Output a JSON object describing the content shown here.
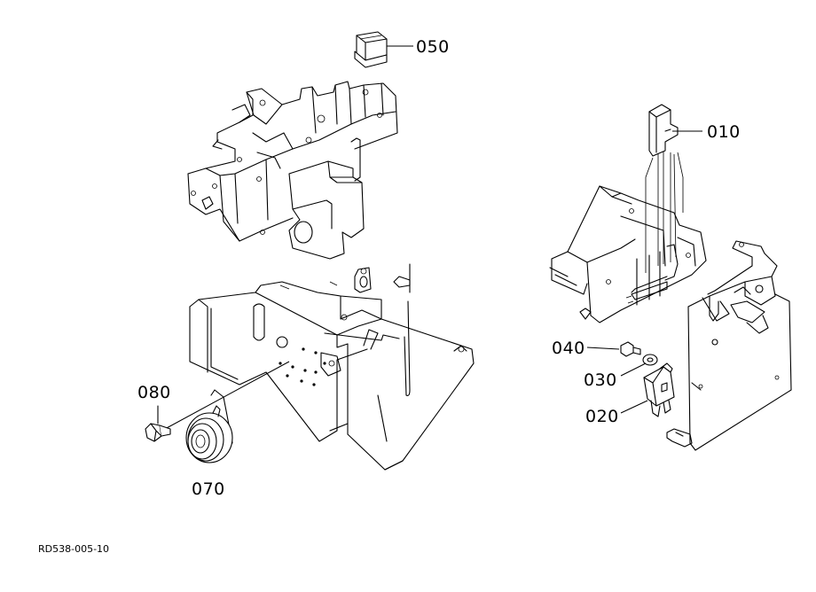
{
  "callouts": {
    "p010": "010",
    "p020": "020",
    "p030": "030",
    "p040": "040",
    "p050": "050",
    "p070": "070",
    "p080": "080"
  },
  "drawing_code": "RD538-005-10"
}
